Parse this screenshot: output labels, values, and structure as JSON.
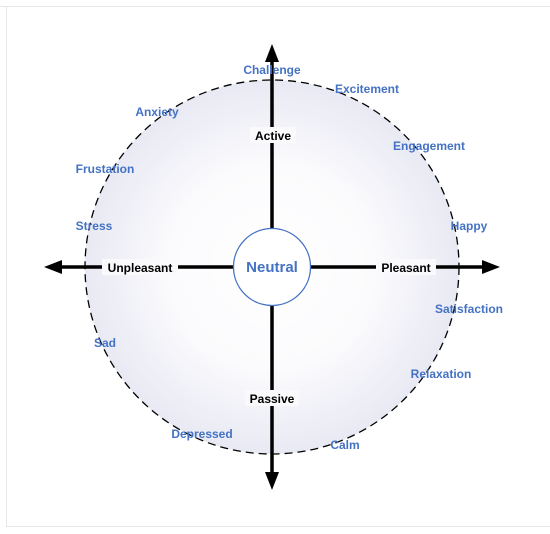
{
  "diagram": {
    "center_label": "Neutral",
    "axes": {
      "top": "Active",
      "bottom": "Passive",
      "left": "Unpleasant",
      "right": "Pleasant"
    },
    "emotions": {
      "challenge": "Challenge",
      "excitement": "Excitement",
      "anxiety": "Anxiety",
      "engagement": "Engagement",
      "frustation": "Frustation",
      "stress": "Stress",
      "happy": "Happy",
      "satisfaction": "Satisfaction",
      "sad": "Sad",
      "relaxation": "Relaxation",
      "depressed": "Depressed",
      "calm": "Calm"
    },
    "colors": {
      "emotion_text": "#4472c4",
      "axis": "#000000",
      "center_circle_stroke": "#4472c4",
      "outer_circle_stroke": "#000000",
      "outer_fill_edge": "#e8e9f3"
    }
  }
}
